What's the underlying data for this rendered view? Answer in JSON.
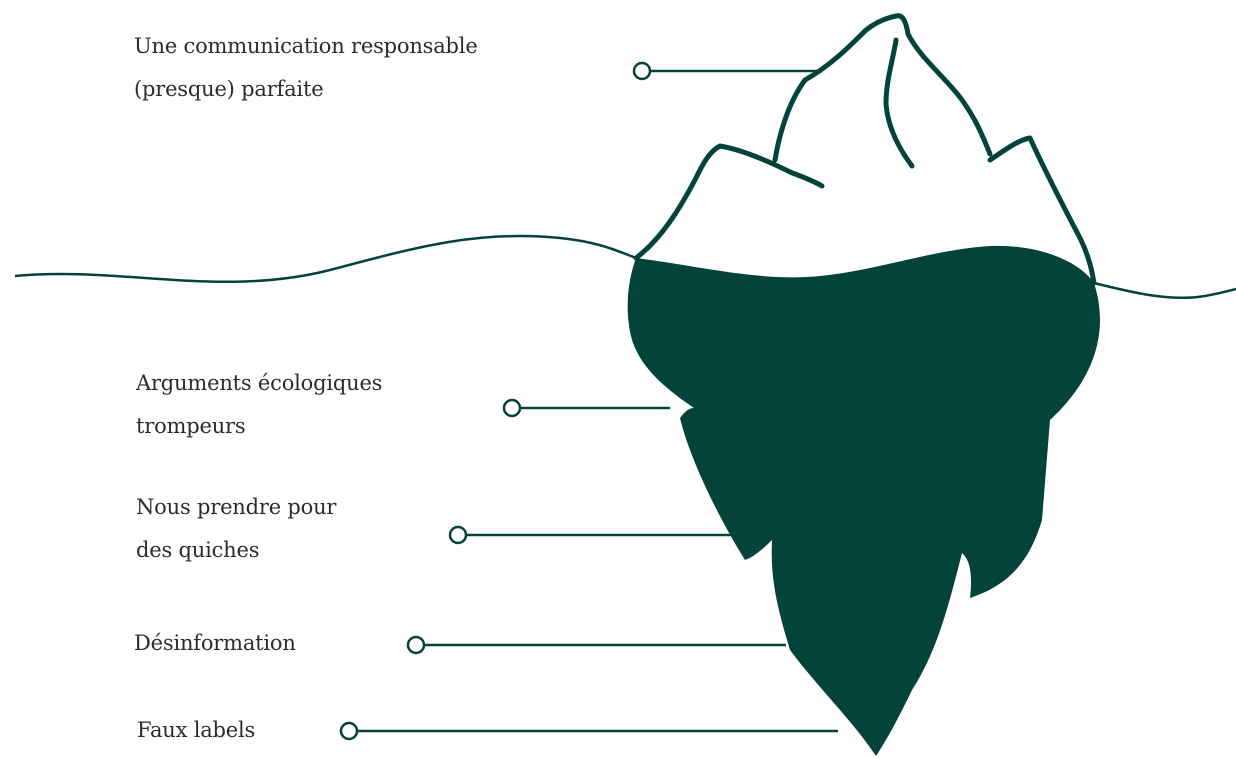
{
  "colors": {
    "ice_dark": "#04433a",
    "outline": "#04433a",
    "text": "#2c2c2c",
    "background": "#ffffff"
  },
  "labels": {
    "top": {
      "line1": "Une communication responsable",
      "line2": "(presque) parfaite"
    },
    "arguments": {
      "line1": "Arguments écologiques",
      "line2": "trompeurs"
    },
    "quiches": {
      "line1": "Nous prendre pour",
      "line2": "des quiches"
    },
    "desinformation": {
      "line1": "Désinformation"
    },
    "faux_labels": {
      "line1": "Faux labels"
    }
  }
}
